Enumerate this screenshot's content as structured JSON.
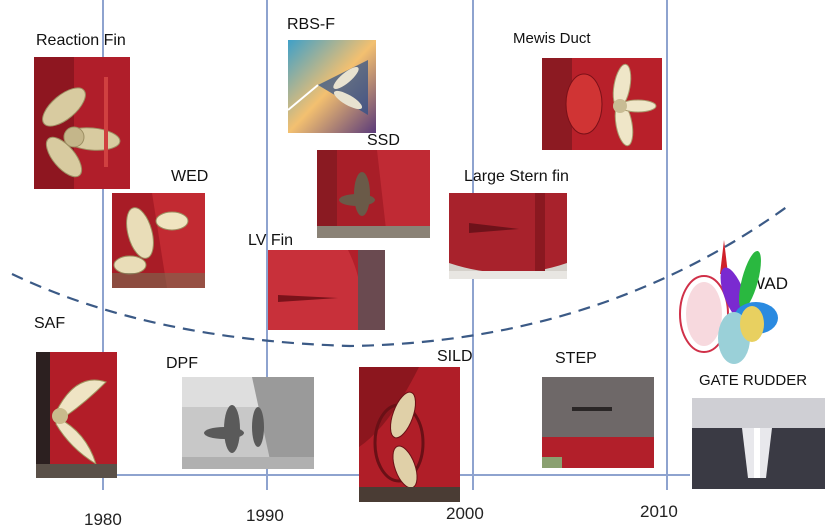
{
  "timeline": {
    "years": [
      "1980",
      "1990",
      "2000",
      "2010"
    ]
  },
  "devices": {
    "reaction_fin": "Reaction Fin",
    "rbs_f": "RBS-F",
    "mewis_duct": "Mewis Duct",
    "wed": "WED",
    "ssd": "SSD",
    "large_stern_fin": "Large Stern fin",
    "lv_fin": "LV Fin",
    "wad": "WAD",
    "saf": "SAF",
    "dpf": "DPF",
    "sild": "SILD",
    "step": "STEP",
    "gate_rudder": "GATE RUDDER"
  },
  "colors": {
    "axis_line": "#8ea3cf",
    "trend_curve": "#3b5a86",
    "hull_red": "#b8202a",
    "propeller_cream": "#efe6c8"
  },
  "icons": {
    "trend": "dashed-trend-curve"
  }
}
